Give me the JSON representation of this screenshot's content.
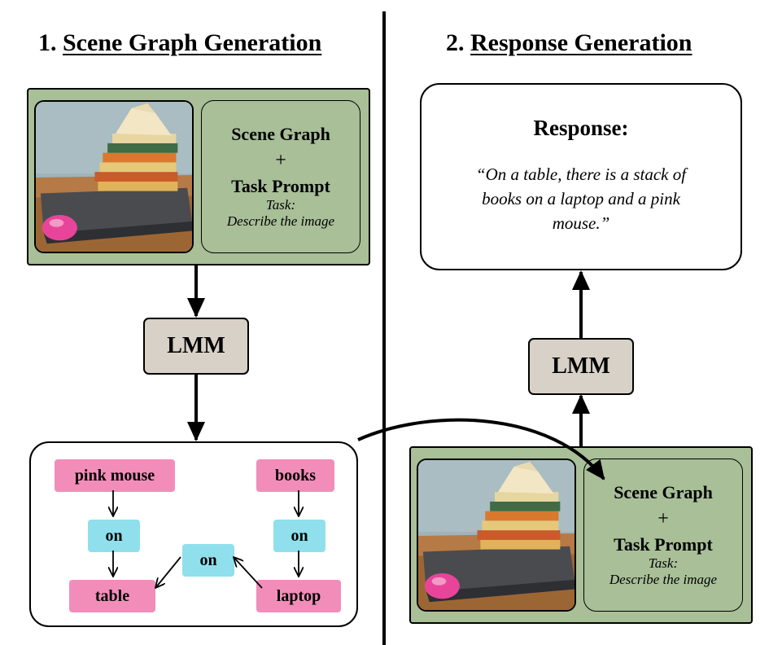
{
  "left": {
    "number": "1.",
    "title": "Scene Graph Generation",
    "prompt": {
      "scene_graph": "Scene Graph",
      "plus": "+",
      "task_prompt": "Task Prompt",
      "task_line1": "Task:",
      "task_line2": "Describe the image"
    },
    "lmm": "LMM",
    "graph": {
      "pink_mouse": "pink mouse",
      "books": "books",
      "on_left": "on",
      "on_right": "on",
      "on_middle": "on",
      "table": "table",
      "laptop": "laptop"
    }
  },
  "right": {
    "number": "2.",
    "title": "Response Generation",
    "response": {
      "title": "Response:",
      "text": "“On a table, there is a stack of books on a laptop and a pink mouse.”"
    },
    "lmm": "LMM",
    "prompt": {
      "scene_graph": "Scene Graph",
      "plus": "+",
      "task_prompt": "Task Prompt",
      "task_line1": "Task:",
      "task_line2": "Describe the image"
    }
  },
  "colors": {
    "panel_green": "#a8bf98",
    "lmm_beige": "#d8d1c8",
    "node_pink": "#f28dba",
    "node_cyan": "#8fe0ec"
  }
}
